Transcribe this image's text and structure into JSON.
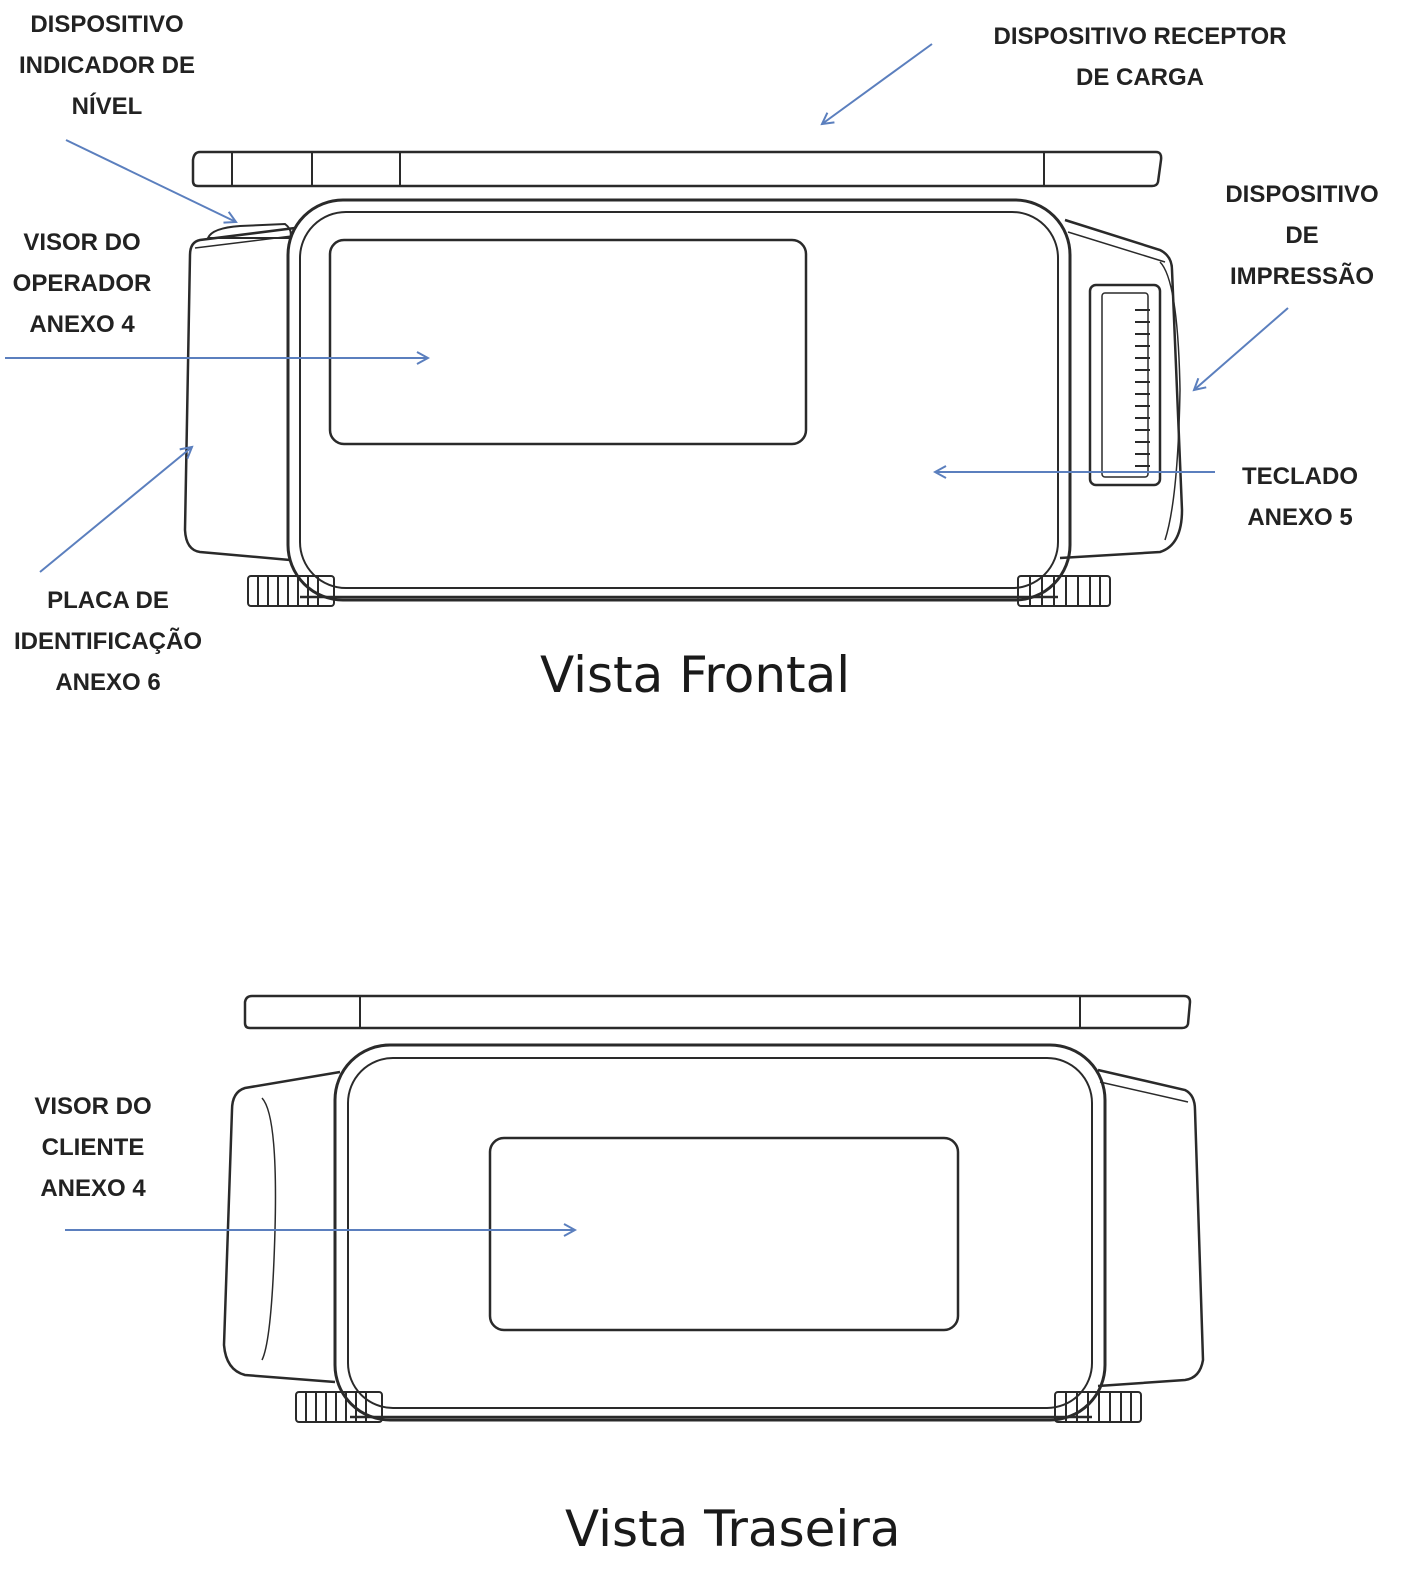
{
  "colors": {
    "arrow": "#5b7fbe",
    "outline": "#2a2a2a",
    "text": "#222222"
  },
  "front_view": {
    "caption": "Vista Frontal",
    "labels": {
      "level_indicator": [
        "DISPOSITIVO",
        "INDICADOR DE",
        "NÍVEL"
      ],
      "load_receptor": [
        "DISPOSITIVO RECEPTOR",
        "DE CARGA"
      ],
      "operator_display": [
        "VISOR DO",
        "OPERADOR",
        "ANEXO 4"
      ],
      "printer": [
        "DISPOSITIVO",
        "DE",
        "IMPRESSÃO"
      ],
      "keyboard": [
        "TECLADO",
        "ANEXO 5"
      ],
      "id_plate": [
        "PLACA DE",
        "IDENTIFICAÇÃO",
        "ANEXO 6"
      ]
    }
  },
  "rear_view": {
    "caption": "Vista Traseira",
    "labels": {
      "customer_display": [
        "VISOR DO",
        "CLIENTE",
        "ANEXO 4"
      ]
    }
  }
}
